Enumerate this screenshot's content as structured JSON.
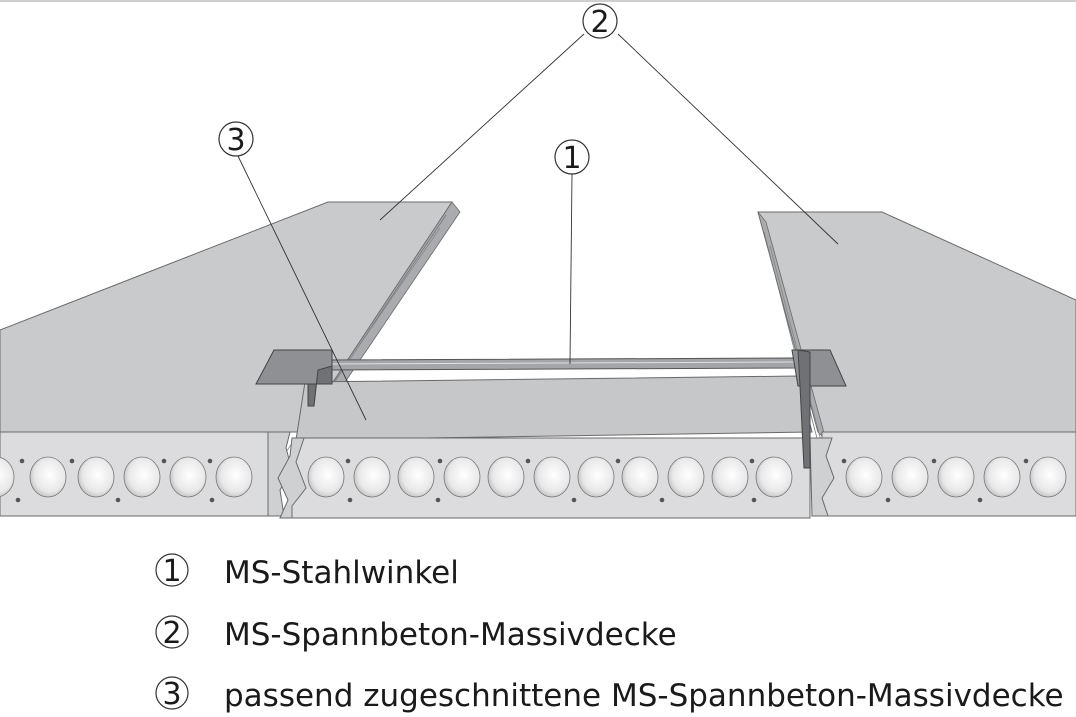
{
  "callouts": {
    "one": "1",
    "two": "2",
    "three": "3"
  },
  "legend": {
    "items": [
      {
        "number": "1",
        "label": "MS-Stahlwinkel"
      },
      {
        "number": "2",
        "label": "MS-Spannbeton-Massivdecke"
      },
      {
        "number": "3",
        "label": "passend zugeschnittene MS-Spannbeton-Massivdecke"
      }
    ]
  },
  "colors": {
    "slab_top": "#c8c9cb",
    "slab_face": "#dcdcde",
    "slab_side": "#b4b6b9",
    "core_hole": "#f2f2f2",
    "steel": "#8c8d90",
    "outline": "#555555"
  }
}
